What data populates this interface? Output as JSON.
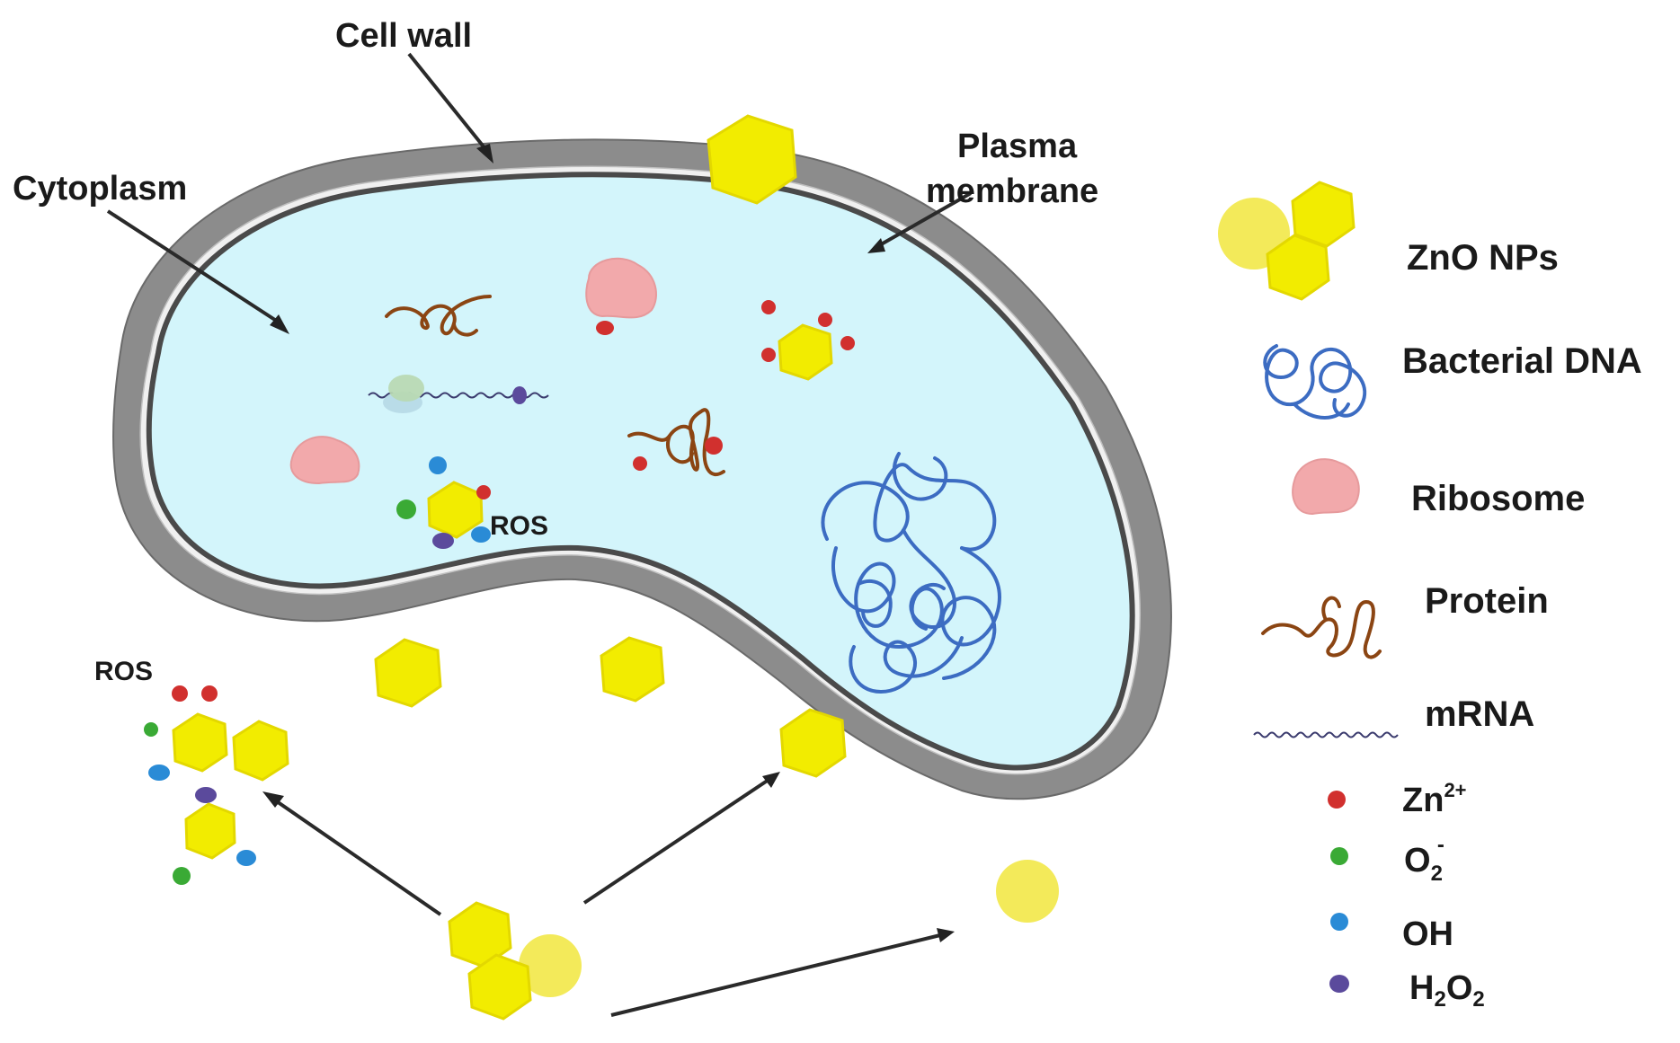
{
  "labels": {
    "cell_wall": "Cell wall",
    "plasma_membrane_line1": "Plasma",
    "plasma_membrane_line2": "membrane",
    "cytoplasm": "Cytoplasm",
    "ros_inside": "ROS",
    "ros_outside": "ROS"
  },
  "legend": {
    "zno": "ZnO NPs",
    "dna": "Bacterial DNA",
    "ribosome": "Ribosome",
    "protein": "Protein",
    "mrna": "mRNA",
    "zn_base": "Zn",
    "zn_sup": "2+",
    "o2_base": "O",
    "o2_sub": "2",
    "o2_sup": "-",
    "oh": "OH",
    "h2o2_h": "H",
    "h2o2_sub1": "2",
    "h2o2_o": "O",
    "h2o2_sub2": "2"
  },
  "colors": {
    "zno": "#f2ec00",
    "zno_edge": "#e3d800",
    "zno_sphere": "#f3ea5a",
    "cell_wall": "#8c8c8c",
    "cell_wall_dark": "#5d5d5d",
    "cytoplasm": "#d3f5fb",
    "dna": "#3c6cc2",
    "protein": "#8b4513",
    "ribosome": "#f2a9ab",
    "zn_ion": "#d1302e",
    "o2_radical": "#3aaa35",
    "oh_radical": "#2a8bd6",
    "h2o2": "#5b4a9c"
  }
}
